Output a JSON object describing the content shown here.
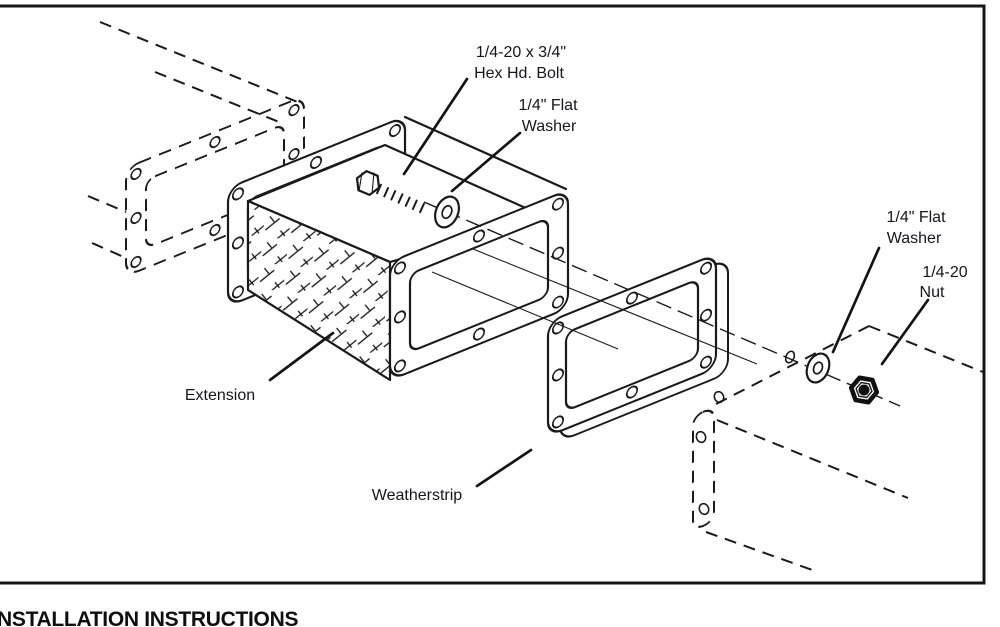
{
  "colors": {
    "ink": "#1a1a1a",
    "label_text": "#15151e",
    "background": "#ffffff"
  },
  "callouts": {
    "hex_bolt": {
      "line1": "1/4-20 x 3/4\"",
      "line2": "Hex Hd. Bolt"
    },
    "flat_washer_front": {
      "line1": "1/4\" Flat",
      "line2": "Washer"
    },
    "flat_washer_rear": {
      "line1": "1/4\" Flat",
      "line2": "Washer"
    },
    "nut": {
      "line1": "1/4-20",
      "line2": "Nut"
    },
    "extension": "Extension",
    "weatherstrip": "Weatherstrip"
  },
  "footer": {
    "heading": "NSTALLATION INSTRUCTIONS"
  }
}
